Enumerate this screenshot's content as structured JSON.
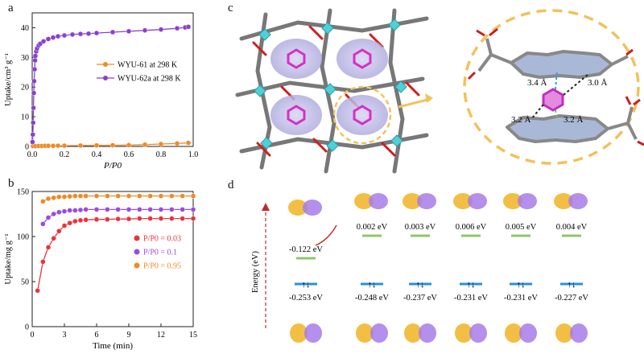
{
  "panels": {
    "a": "a",
    "b": "b",
    "c": "c",
    "d": "d"
  },
  "chart_data": [
    {
      "type": "line",
      "panel": "a",
      "xlabel": "P/P0",
      "ylabel": "Uptake/cm³ g⁻¹",
      "xlim": [
        0,
        1.0
      ],
      "ylim": [
        0,
        45
      ],
      "xticks": [
        "0.0",
        "0.2",
        "0.4",
        "0.6",
        "0.8",
        "1.0"
      ],
      "yticks": [
        "0",
        "10",
        "20",
        "30",
        "40"
      ],
      "legend": "middle-right",
      "series": [
        {
          "name": "WYU-61 at 298 K",
          "color": "#f08a24",
          "x": [
            0.005,
            0.02,
            0.04,
            0.06,
            0.08,
            0.1,
            0.13,
            0.16,
            0.2,
            0.3,
            0.4,
            0.5,
            0.6,
            0.7,
            0.8,
            0.9,
            0.97
          ],
          "y": [
            0.1,
            0.1,
            0.15,
            0.15,
            0.2,
            0.2,
            0.2,
            0.25,
            0.25,
            0.3,
            0.35,
            0.4,
            0.45,
            0.6,
            0.8,
            1.0,
            1.2
          ]
        },
        {
          "name": "WYU-62a at 298 K",
          "color": "#8a3fd1",
          "x": [
            0.002,
            0.004,
            0.006,
            0.008,
            0.01,
            0.012,
            0.015,
            0.018,
            0.02,
            0.025,
            0.03,
            0.04,
            0.05,
            0.07,
            0.1,
            0.13,
            0.16,
            0.2,
            0.25,
            0.3,
            0.35,
            0.4,
            0.5,
            0.6,
            0.7,
            0.8,
            0.9,
            0.95,
            0.97
          ],
          "y": [
            1.5,
            4,
            8,
            13,
            18,
            22,
            26,
            29,
            30.5,
            32,
            33,
            34,
            34.6,
            35.4,
            36.2,
            36.7,
            37.1,
            37.4,
            37.7,
            37.9,
            38.0,
            38.2,
            38.5,
            38.8,
            39.1,
            39.4,
            39.8,
            40.1,
            40.3
          ]
        }
      ]
    },
    {
      "type": "line",
      "panel": "b",
      "xlabel": "Time (min)",
      "ylabel": "Uptake/mg g⁻¹",
      "xlim": [
        0,
        15
      ],
      "ylim": [
        0,
        150
      ],
      "xticks": [
        "0",
        "3",
        "6",
        "9",
        "12",
        "15"
      ],
      "yticks": [
        "0",
        "50",
        "100",
        "150"
      ],
      "legend": "middle-right",
      "series": [
        {
          "name": "P/P0 = 0.03",
          "color": "#e8343a",
          "x": [
            0.5,
            1,
            1.5,
            2,
            2.5,
            3,
            3.5,
            4,
            4.5,
            5,
            6,
            7,
            8,
            9,
            10,
            11,
            12,
            13,
            14,
            15
          ],
          "y": [
            40,
            72,
            88,
            98,
            106,
            112,
            115,
            117,
            118,
            118.5,
            119,
            119,
            119.5,
            119.5,
            120,
            120,
            120,
            120,
            120,
            120
          ]
        },
        {
          "name": "P/P0 = 0.1",
          "color": "#9a4ae0",
          "x": [
            1,
            1.5,
            2,
            2.5,
            3,
            3.5,
            4,
            4.5,
            5,
            6,
            7,
            8,
            9,
            10,
            11,
            12,
            13,
            14,
            15
          ],
          "y": [
            114,
            121,
            125,
            127,
            128,
            129,
            129,
            129.5,
            130,
            130,
            130,
            130,
            130,
            130,
            130,
            130,
            130,
            130,
            130
          ]
        },
        {
          "name": "P/P0 = 0.95",
          "color": "#f08a24",
          "x": [
            1,
            1.5,
            2,
            2.5,
            3,
            3.5,
            4,
            4.5,
            5,
            6,
            7,
            8,
            9,
            10,
            11,
            12,
            13,
            14,
            15
          ],
          "y": [
            139,
            142,
            143,
            144,
            144,
            144.5,
            145,
            145,
            145,
            145,
            145,
            145,
            145,
            145,
            145,
            145,
            145,
            145,
            145
          ]
        }
      ]
    },
    {
      "type": "energy-diagram",
      "panel": "d",
      "ylabel": "Energy (eV)",
      "upper_levels": [
        "-0.122 eV",
        "0.002 eV",
        "0.003 eV",
        "0.006 eV",
        "0.005 eV",
        "0.004 eV"
      ],
      "lower_levels": [
        "-0.253 eV",
        "-0.248 eV",
        "-0.237 eV",
        "-0.231 eV",
        "-0.231 eV",
        "-0.227 eV"
      ]
    }
  ],
  "panel_c": {
    "distances": [
      "3.4 Å",
      "3.0 Å",
      "3.2 Å",
      "3.2 Å"
    ]
  }
}
